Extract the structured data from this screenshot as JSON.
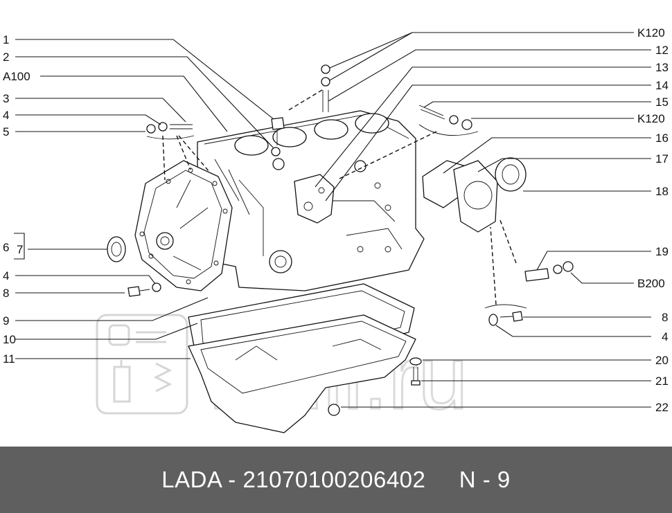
{
  "callouts_left": [
    "1",
    "2",
    "A100",
    "3",
    "4",
    "5",
    "6",
    "7",
    "4",
    "8",
    "9",
    "10",
    "11"
  ],
  "callouts_right": [
    "K120",
    "12",
    "13",
    "14",
    "15",
    "K120",
    "16",
    "17",
    "18",
    "19",
    "B200",
    "8",
    "4",
    "20",
    "21",
    "22"
  ],
  "watermark": "Rull.ru",
  "footer": {
    "brand": "LADA",
    "part_number": "21070100206402",
    "page": "N - 9",
    "full": "LADA - 21070100206402     N - 9"
  }
}
